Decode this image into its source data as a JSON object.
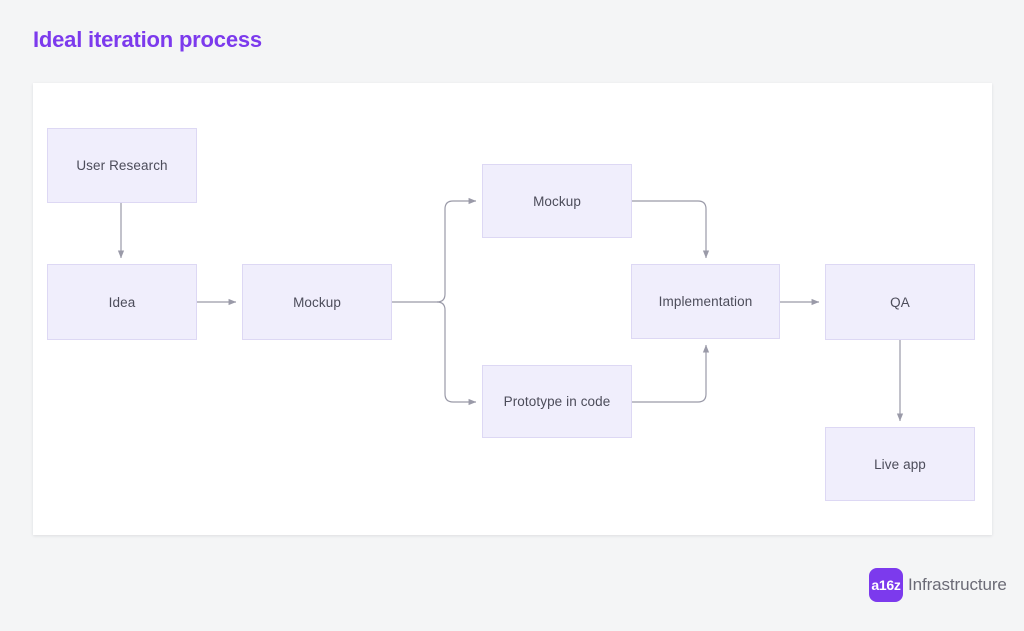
{
  "page": {
    "title": "Ideal iteration process",
    "background_color": "#f4f5f6",
    "accent_color": "#7c3aed"
  },
  "card": {
    "background_color": "#ffffff"
  },
  "diagram": {
    "type": "flowchart",
    "node_fill_color": "#f0eefc",
    "node_border_color": "#ddd8f4",
    "node_text_color": "#4c4c5a",
    "connector_color": "#9a9aa8",
    "nodes": [
      {
        "id": "user-research",
        "label": "User Research"
      },
      {
        "id": "idea",
        "label": "Idea"
      },
      {
        "id": "mockup-main",
        "label": "Mockup"
      },
      {
        "id": "mockup-branch",
        "label": "Mockup"
      },
      {
        "id": "prototype",
        "label": "Prototype in code"
      },
      {
        "id": "implementation",
        "label": "Implementation"
      },
      {
        "id": "qa",
        "label": "QA"
      },
      {
        "id": "live-app",
        "label": "Live app"
      }
    ],
    "edges": [
      {
        "from": "user-research",
        "to": "idea",
        "style": "straight-down"
      },
      {
        "from": "idea",
        "to": "mockup-main",
        "style": "straight-right"
      },
      {
        "from": "mockup-main",
        "to": "mockup-branch",
        "style": "elbow-up-right"
      },
      {
        "from": "mockup-main",
        "to": "prototype",
        "style": "elbow-down-right"
      },
      {
        "from": "mockup-branch",
        "to": "implementation",
        "style": "elbow-right-down"
      },
      {
        "from": "prototype",
        "to": "implementation",
        "style": "elbow-right-up"
      },
      {
        "from": "implementation",
        "to": "qa",
        "style": "straight-right"
      },
      {
        "from": "qa",
        "to": "live-app",
        "style": "straight-down"
      }
    ]
  },
  "footer": {
    "logo_mark_text": "a16z",
    "logo_wordmark": "Infrastructure"
  }
}
